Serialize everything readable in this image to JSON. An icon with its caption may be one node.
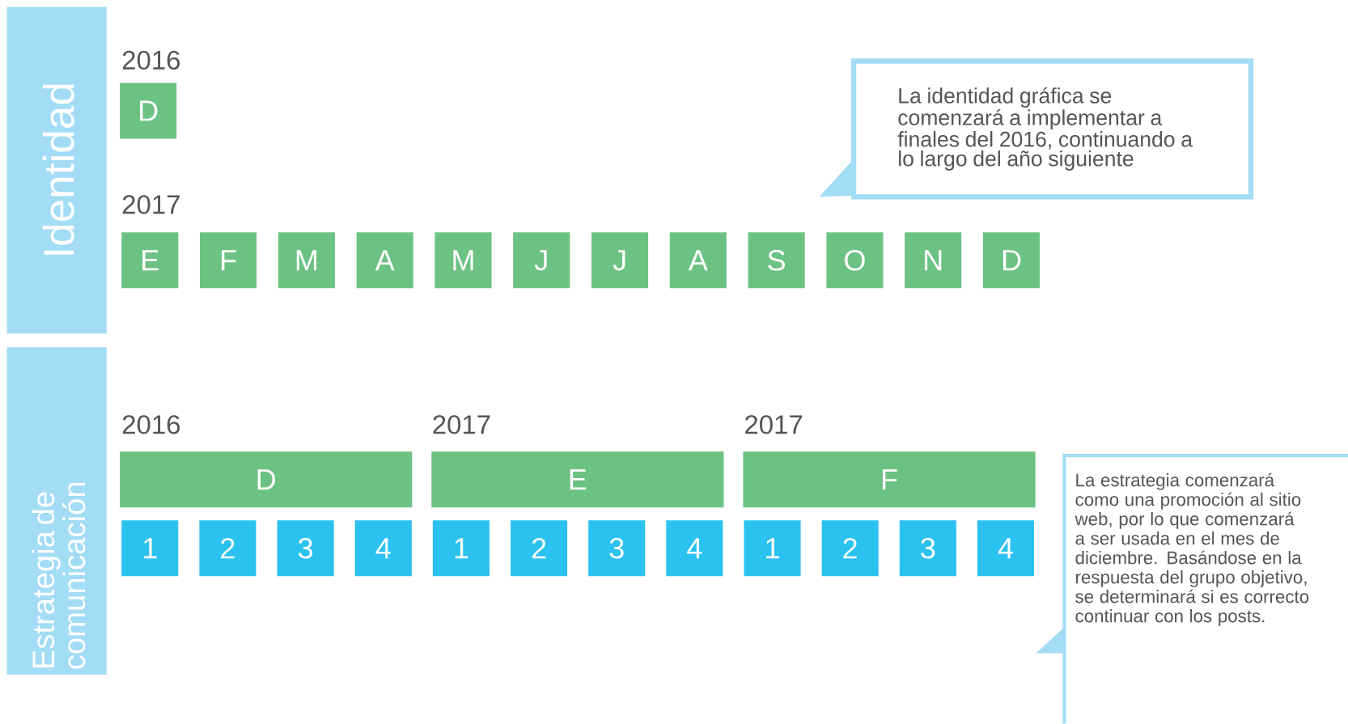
{
  "diagram": {
    "nodes": [
      {
        "text": [
          "Identidad"
        ]
      },
      {
        "text": [
          "D"
        ]
      },
      {
        "text": [
          "E"
        ]
      },
      {
        "text": [
          "F"
        ]
      },
      {
        "text": [
          "M"
        ]
      },
      {
        "text": [
          "A"
        ]
      },
      {
        "text": [
          "M"
        ]
      },
      {
        "text": [
          "J"
        ]
      },
      {
        "text": [
          "J"
        ]
      },
      {
        "text": [
          "A"
        ]
      },
      {
        "text": [
          "S"
        ]
      },
      {
        "text": [
          "O"
        ]
      },
      {
        "text": [
          "N"
        ]
      },
      {
        "text": [
          "D"
        ]
      },
      {
        "text": [
          "La identidad gráfica se comenzará a implementar a finales del 2016, continuando a lo largo del año siguiente"
        ]
      },
      {
        "text": [
          "Estrategia de comunicación"
        ]
      },
      {
        "text": [
          "D"
        ]
      },
      {
        "text": [
          "E"
        ]
      },
      {
        "text": [
          "F"
        ]
      },
      {
        "text": [
          "1"
        ]
      },
      {
        "text": [
          "2"
        ]
      },
      {
        "text": [
          "3"
        ]
      },
      {
        "text": [
          "4"
        ]
      },
      {
        "text": [
          "1"
        ]
      },
      {
        "text": [
          "2"
        ]
      },
      {
        "text": [
          "3"
        ]
      },
      {
        "text": [
          "4"
        ]
      },
      {
        "text": [
          "1"
        ]
      },
      {
        "text": [
          "2"
        ]
      },
      {
        "text": [
          "3"
        ]
      },
      {
        "text": [
          "4"
        ]
      },
      {
        "text": [
          "La estrategia comenzará como una promoción al sitio web, por lo que comenzará a ser usada en el mes de diciembre. Basándose en la respuesta del grupo objetivo, se determinará si es correcto continuar con los posts."
        ]
      }
    ],
    "labels": [
      "2016",
      "2017",
      "2016",
      "2017",
      "2017"
    ]
  }
}
